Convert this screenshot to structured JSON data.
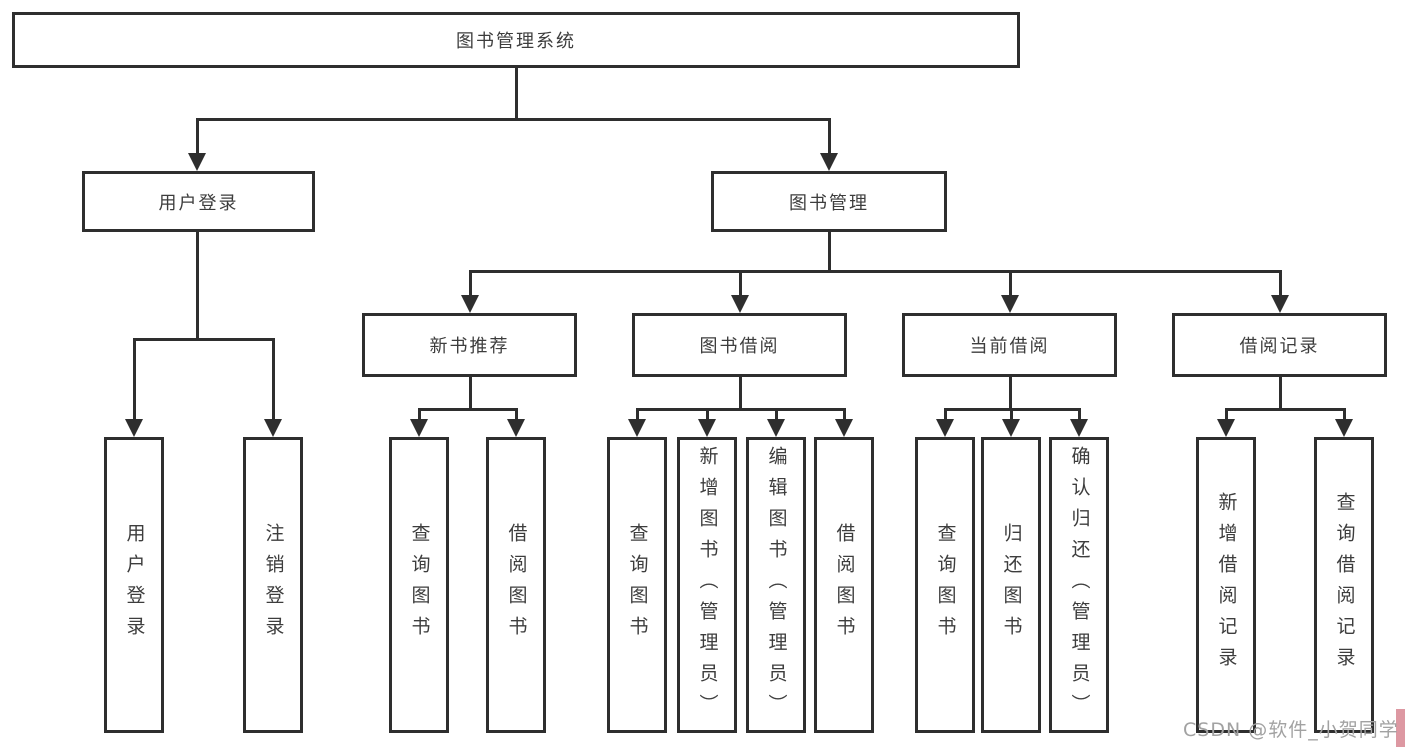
{
  "diagram": {
    "type": "tree",
    "root": {
      "label": "图书管理系统"
    },
    "branches": [
      {
        "label": "用户登录",
        "children": [
          {
            "label": "用户登录"
          },
          {
            "label": "注销登录"
          }
        ]
      },
      {
        "label": "图书管理",
        "children": [
          {
            "label": "新书推荐",
            "children": [
              {
                "label": "查询图书"
              },
              {
                "label": "借阅图书"
              }
            ]
          },
          {
            "label": "图书借阅",
            "children": [
              {
                "label": "查询图书"
              },
              {
                "label": "新增图书（管理员）"
              },
              {
                "label": "编辑图书（管理员）"
              },
              {
                "label": "借阅图书"
              }
            ]
          },
          {
            "label": "当前借阅",
            "children": [
              {
                "label": "查询图书"
              },
              {
                "label": "归还图书"
              },
              {
                "label": "确认归还（管理员）"
              }
            ]
          },
          {
            "label": "借阅记录",
            "children": [
              {
                "label": "新增借阅记录"
              },
              {
                "label": "查询借阅记录"
              }
            ]
          }
        ]
      }
    ]
  },
  "watermark": {
    "text": "CSDN @软件_小贺同学"
  },
  "colors": {
    "line": "#2e2e2e",
    "text": "#3d3d3d",
    "background": "#ffffff",
    "watermark_text": "#a2a2a2",
    "watermark_accent": "#dd98a2"
  }
}
